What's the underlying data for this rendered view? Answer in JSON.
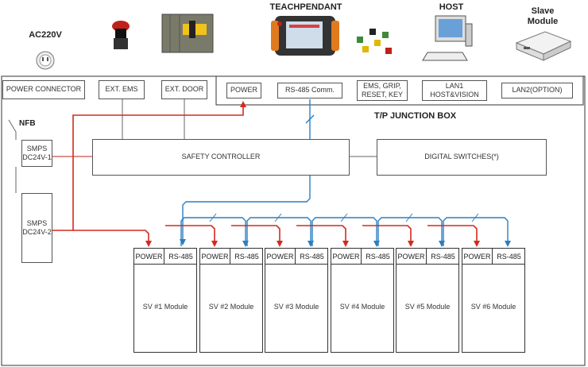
{
  "devices": {
    "ac": "AC220V",
    "teachpendant": "TEACHPENDANT",
    "host": "HOST",
    "slave": "Slave\nModule"
  },
  "ports": {
    "power_connector": "POWER CONNECTOR",
    "ext_ems": "EXT. EMS",
    "ext_door": "EXT. DOOR",
    "power": "POWER",
    "rs485": "RS-485 Comm.",
    "ems_grip": "EMS, GRIP,\nRESET, KEY",
    "lan1": "LAN1\nHOST&VISION",
    "lan2": "LAN2(OPTION)"
  },
  "junction_box": "T/P JUNCTION BOX",
  "nfb": "NFB",
  "smps1": "SMPS\nDC24V-1",
  "smps2": "SMPS\nDC24V-2",
  "safety_controller": "SAFETY CONTROLLER",
  "digital_switches": "DIGITAL SWITCHES(*)",
  "module_power": "POWER",
  "module_rs485": "RS-485",
  "modules": [
    "SV #1 Module",
    "SV #2 Module",
    "SV #3 Module",
    "SV #4 Module",
    "SV #5 Module",
    "SV #6 Module"
  ],
  "colors": {
    "power_line": "#d42a20",
    "comm_line": "#2a7fc1",
    "wire": "#666666"
  },
  "icons": [
    "power-outlet-icon",
    "emergency-stop-button-icon",
    "safety-door-icon",
    "teach-pendant-icon",
    "push-buttons-icon",
    "host-computer-icon",
    "slave-module-box-icon"
  ]
}
